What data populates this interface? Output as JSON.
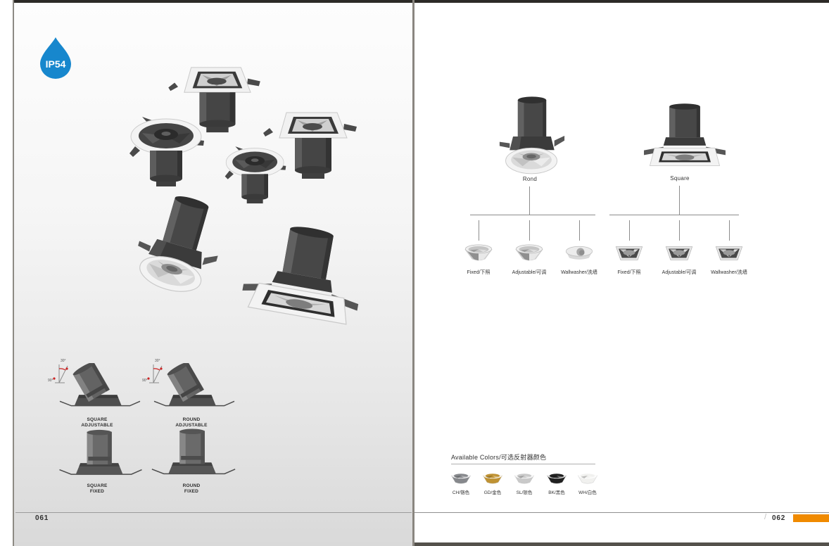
{
  "meta": {
    "accent_orange": "#F08A00",
    "badge_blue": "#1787CD"
  },
  "left_page": {
    "badge_text": "IP54",
    "page_number": "061",
    "bottom_items": [
      {
        "line1": "SQUARE",
        "line2": "ADJUSTABLE",
        "tilt_angle": "30°",
        "base_angle": "90°"
      },
      {
        "line1": "ROUND",
        "line2": "ADJUSTABLE",
        "tilt_angle": "30°",
        "base_angle": "90°"
      },
      {
        "line1": "SQUARE",
        "line2": "FIXED"
      },
      {
        "line1": "ROUND",
        "line2": "FIXED"
      }
    ]
  },
  "right_page": {
    "families": [
      {
        "name": "Rond",
        "variants": [
          "Fixed/下照",
          "Adjustable/可调",
          "Wallwasher/洗墙"
        ]
      },
      {
        "name": "Square",
        "variants": [
          "Fixed/下照",
          "Adjustable/可调",
          "Wallwasher/洗墙"
        ]
      }
    ],
    "available_colors": {
      "title": "Available Colors/可选反射器颜色",
      "swatches": [
        {
          "label": "CH/铬色",
          "color": "#86888c"
        },
        {
          "label": "GD/金色",
          "color": "#bf9233"
        },
        {
          "label": "SL/银色",
          "color": "#c9c9c9"
        },
        {
          "label": "BK/黑色",
          "color": "#202020"
        },
        {
          "label": "WH/白色",
          "color": "#f1f1ef"
        }
      ]
    },
    "page_number_prefix": "/",
    "page_number": "062"
  }
}
